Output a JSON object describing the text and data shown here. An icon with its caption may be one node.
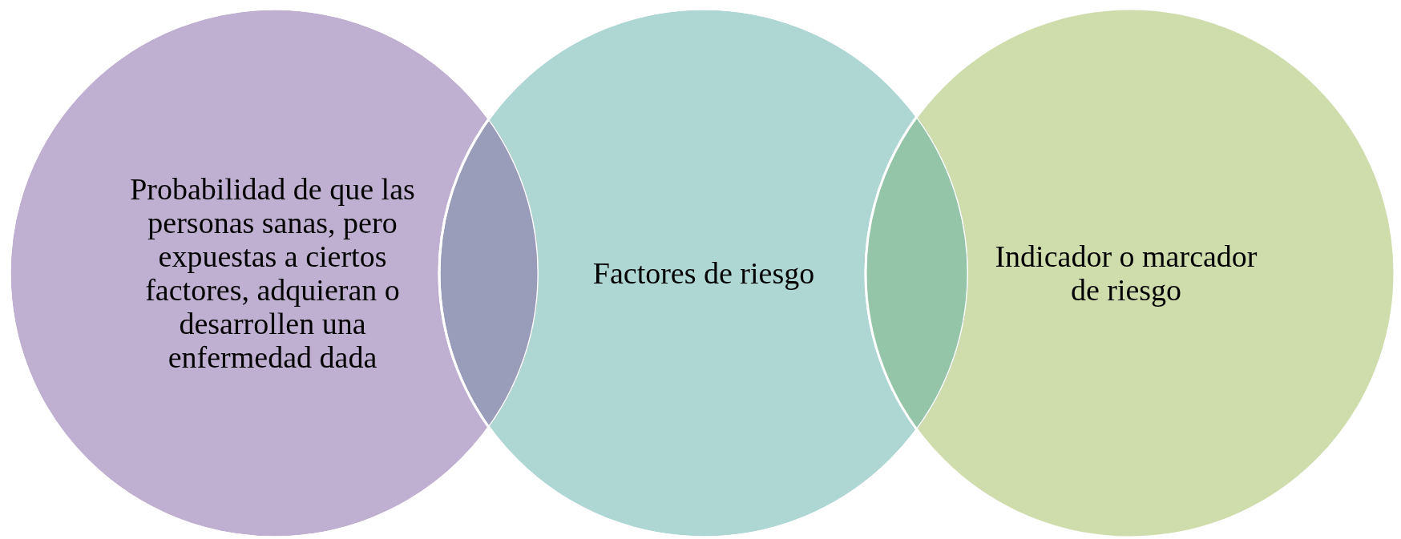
{
  "diagram": {
    "nodes": [
      {
        "text": [
          "Probabilidad de que las personas sanas, pero expuestas a ciertos factores, adquieran o desarrollen una enfermedad dada"
        ]
      },
      {
        "text": [
          "Factores de riesgo"
        ]
      },
      {
        "text": [
          "Indicador o marcador de riesgo"
        ]
      }
    ]
  }
}
